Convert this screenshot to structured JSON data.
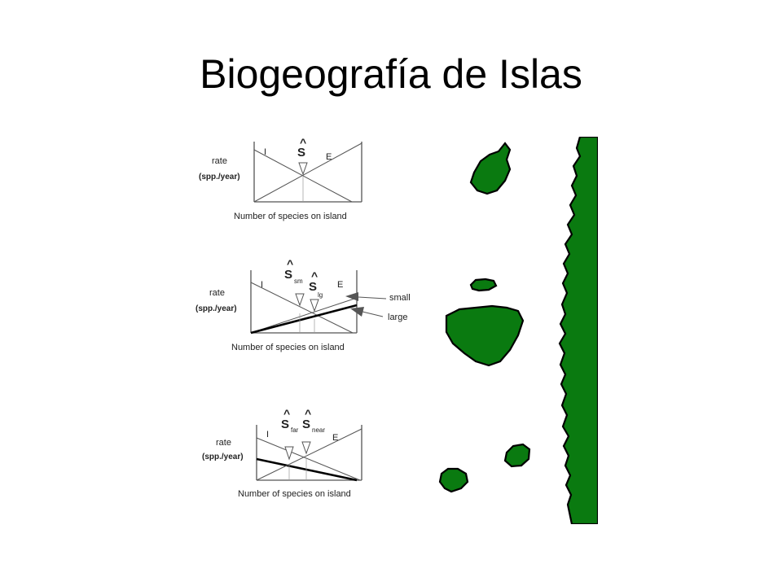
{
  "slide": {
    "title": "Biogeografía de Islas"
  },
  "colors": {
    "island_fill": "#0a7a10",
    "island_stroke": "#000000",
    "axis": "#555555"
  },
  "diagrams": {
    "basic": {
      "ylabel": "rate",
      "yunits": "(spp./year)",
      "xlabel": "Number of species on island",
      "immigration": "I",
      "extinction": "E",
      "hat": "^",
      "s": "S"
    },
    "size": {
      "ylabel": "rate",
      "yunits": "(spp./year)",
      "xlabel": "Number of species on island",
      "immigration": "I",
      "extinction": "E",
      "hat": "^",
      "s": "S",
      "s_small_sub": "sm",
      "s_large_sub": "lg",
      "small_label": "small",
      "large_label": "large"
    },
    "distance": {
      "ylabel": "rate",
      "yunits": "(spp./year)",
      "xlabel": "Number of species on island",
      "immigration": "I",
      "extinction": "E",
      "hat": "^",
      "s": "S",
      "s_far_sub": "far",
      "s_near_sub": "near"
    }
  }
}
